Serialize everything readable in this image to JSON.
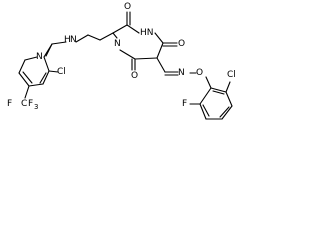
{
  "molecule": {
    "background": "#ffffff",
    "ink": "#000000",
    "atoms": {
      "o_top": "O",
      "nh_ring": "HN",
      "o_right": "O",
      "n_ring": "N",
      "o_bottom": "O",
      "h_link": "H",
      "n_link": "N",
      "n_pyridine": "N",
      "cl_pyridine": "Cl",
      "f_cf3": "F",
      "c_cf3": "C",
      "f3_cf3": "F",
      "subscript_3": "3",
      "n_oxime": "N",
      "o_oxime": "O",
      "cl_phenyl": "Cl",
      "f_phenyl": "F"
    }
  }
}
